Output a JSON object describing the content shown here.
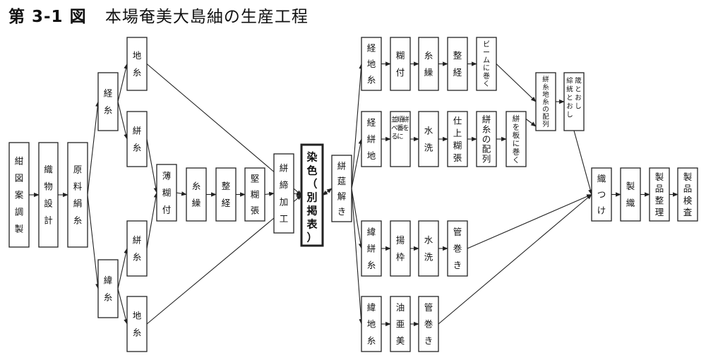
{
  "title": {
    "number": "第 3-1 図",
    "text": "本場奄美大島紬の生産工程"
  },
  "nodes": {
    "n_zuan": {
      "label": "紺図案調製"
    },
    "n_orimono": {
      "label": "織物設計"
    },
    "n_genryo": {
      "label": "原料絹糸"
    },
    "n_keishi": {
      "label": "経糸"
    },
    "n_ikishi": {
      "label": "緯糸"
    },
    "n_keiji": {
      "label": "地糸"
    },
    "n_keikasuri": {
      "label": "絣糸"
    },
    "n_ikasuri": {
      "label": "絣糸"
    },
    "n_iji": {
      "label": "地糸"
    },
    "n_usunori": {
      "label": "薄糊付"
    },
    "n_itokuri1": {
      "label": "糸繰"
    },
    "n_seikei1": {
      "label": "整経"
    },
    "n_katanori": {
      "label": "堅糊張"
    },
    "n_kasurishime": {
      "label": "絣締加工"
    },
    "n_senshoku": {
      "label": "染色（別掲表）"
    },
    "n_kasuritoki": {
      "label": "絣莚解き"
    },
    "a_keiji": {
      "label": "経地糸"
    },
    "a_norizuke": {
      "label": "糊付"
    },
    "a_itokuri": {
      "label": "糸繰"
    },
    "a_seikei": {
      "label": "整経"
    },
    "a_beam": {
      "label": "ビームに巻く"
    },
    "b_keikasuriji": {
      "label": "経絣地"
    },
    "b_junban": {
      "label": "絣を順番に並べる"
    },
    "b_suisen": {
      "label": "水洗"
    },
    "b_shiage": {
      "label": "仕上糊張"
    },
    "b_hairetsu": {
      "label": "絣糸の配列"
    },
    "b_ita": {
      "label": "絣を板に巻く"
    },
    "c_ikasuri": {
      "label": "緯絣糸"
    },
    "c_agewaku": {
      "label": "揚枠"
    },
    "c_suisen": {
      "label": "水洗"
    },
    "c_kanmaki": {
      "label": "管巻き"
    },
    "d_iji": {
      "label": "緯地糸"
    },
    "d_yuaen": {
      "label": "油亜美"
    },
    "d_kanmaki": {
      "label": "管巻き"
    },
    "e_haiteki": {
      "label": "絣糸地糸の配列"
    },
    "e_osa": {
      "label": "筬とおし綜絖とおし"
    },
    "e_oritsuke": {
      "label": "織つけ"
    },
    "e_seishoku": {
      "label": "製織"
    },
    "e_seiri": {
      "label": "製品整理"
    },
    "e_kensa": {
      "label": "製品検査"
    }
  }
}
